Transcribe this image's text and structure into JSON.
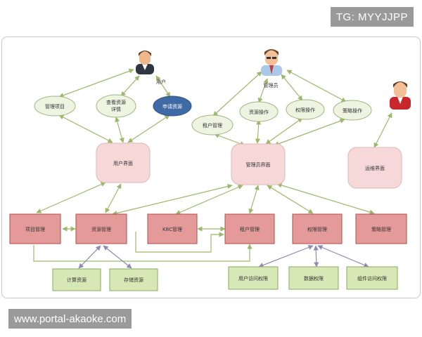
{
  "watermarks": {
    "top_right": "TG: MYYJJPP",
    "bottom_left": "www.portal-akaoke.com"
  },
  "actors": {
    "user": "用户",
    "admin": "管理员",
    "ops": ""
  },
  "user_functions": {
    "manage_projects": "管理项目",
    "view_resource_details_line1": "查看资源",
    "view_resource_details_line2": "详情",
    "request_resources": "申请资源"
  },
  "admin_functions": {
    "tenant_management": "租户管理",
    "resource_operations": "资源操作",
    "permission_operations": "权限操作",
    "policy_operations": "策略操作"
  },
  "interfaces": {
    "user_ui": "用户界面",
    "admin_ui": "管理员界面",
    "ops_ui": "运维界面"
  },
  "modules": {
    "project_management": "项目管理",
    "resource_management": "资源管理",
    "k8s_management": "K8C管理",
    "tenant_management": "租户管理",
    "permission_management": "权限管理",
    "policy_management": "策略管理"
  },
  "submodules": {
    "compute_resources": "计算资源",
    "storage_resources": "存储资源",
    "user_access_permission": "用户访问权限",
    "data_permission": "数据权限",
    "component_access_permission": "组件访问权限"
  },
  "colors": {
    "ellipse_fill": "#eef3e2",
    "ellipse_stroke": "#9fb67c",
    "highlight_ellipse_fill": "#3f6aa6",
    "interface_fill": "#f6d8d8",
    "module_fill": "#e59a9a",
    "module_stroke": "#b24b4b",
    "submodule_fill": "#d5e8b5",
    "submodule_stroke": "#8aa95c",
    "arrow": "#9cb86b",
    "purple_arrow": "#8e8ab5"
  }
}
